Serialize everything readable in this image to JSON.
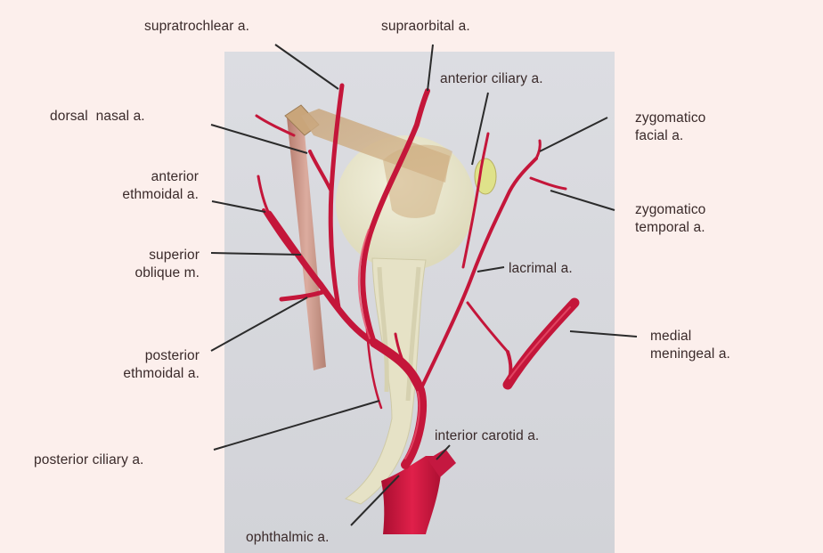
{
  "colors": {
    "page_background": "#fcefec",
    "panel_background": "#d9dade",
    "artery": "#c4163a",
    "artery_highlight": "#e8506c",
    "muscle": "#c8a37a",
    "eyeball_nerve": "#e9e6cc",
    "leader_line": "#2b2b2b"
  },
  "labels": {
    "supratrochlear": "supratrochlear a.",
    "supraorbital": "supraorbital a.",
    "anterior_ciliary": "anterior ciliary a.",
    "dorsal_nasal": "dorsal  nasal a.",
    "zygomatico_facial": [
      "zygomatico",
      "facial a."
    ],
    "anterior_ethmoidal": [
      "anterior",
      "ethmoidal a."
    ],
    "zygomatico_temporal": [
      "zygomatico",
      "temporal a."
    ],
    "superior_oblique": [
      "superior",
      "oblique m."
    ],
    "lacrimal": "lacrimal a.",
    "medial_meningeal": [
      "medial",
      "meningeal a."
    ],
    "posterior_ethmoidal": [
      "posterior",
      "ethmoidal a."
    ],
    "posterior_ciliary": "posterior ciliary a.",
    "interior_carotid": "interior carotid a.",
    "ophthalmic": "ophthalmic a."
  }
}
